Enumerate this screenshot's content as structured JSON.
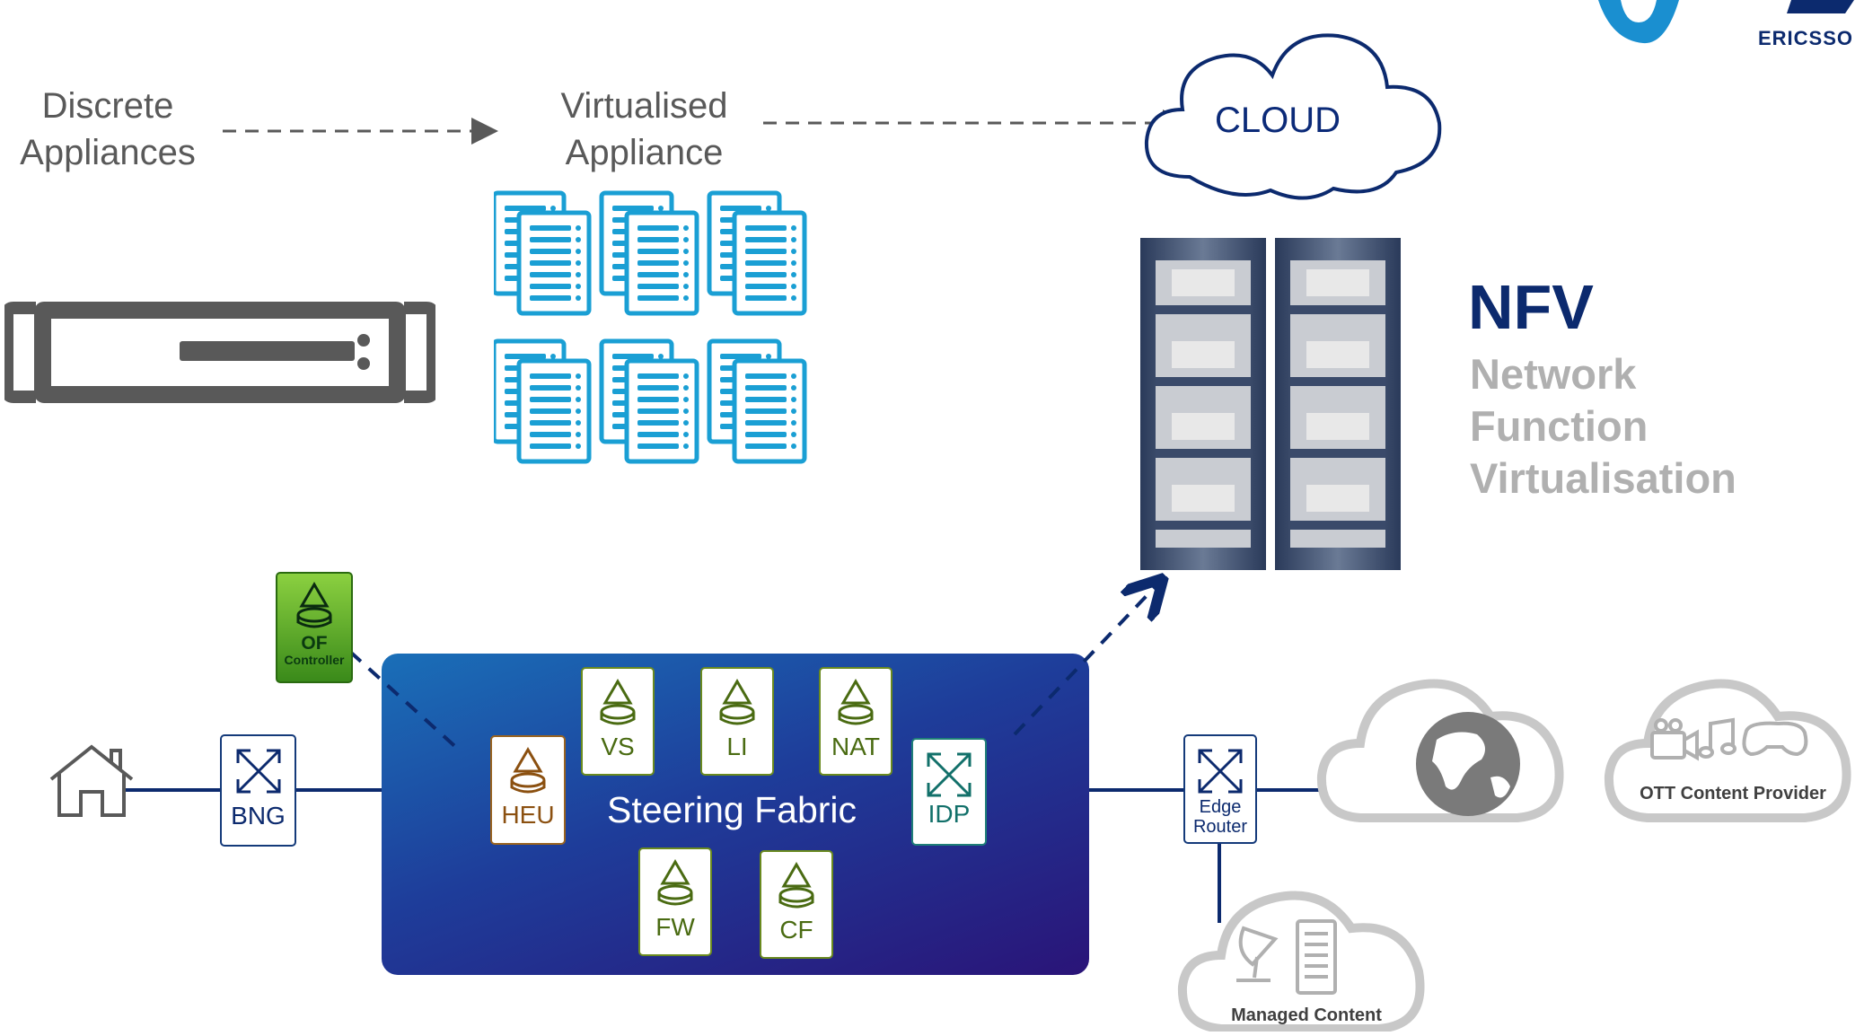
{
  "logo": {
    "text": "ERICSSO"
  },
  "headings": {
    "discrete": "Discrete\nAppliances",
    "virtualised": "Virtualised\nAppliance",
    "cloud": "CLOUD"
  },
  "nfv": {
    "title": "NFV",
    "subtitle_line1": "Network",
    "subtitle_line2": "Function",
    "subtitle_line3": "Virtualisation"
  },
  "of_controller": {
    "line1": "OF",
    "line2": "Controller"
  },
  "steering": {
    "label": "Steering Fabric",
    "functions": [
      "VS",
      "LI",
      "NAT",
      "FW",
      "CF"
    ],
    "heu": "HEU",
    "idp": "IDP"
  },
  "bng": "BNG",
  "edge_router": {
    "line1": "Edge",
    "line2": "Router"
  },
  "ott": "OTT Content Provider",
  "managed": "Managed Content",
  "colors": {
    "navy": "#0c2a6e",
    "steering_gradient_start": "#1a6fb8",
    "steering_gradient_end": "#2a1478",
    "server_blue": "#1a9fd4",
    "nf_green": "#6a8a1f",
    "heu_brown": "#9a6420",
    "idp_teal": "#1f7f78",
    "gray_cloud": "#c8c8c8",
    "gray_text": "#b0b0b0"
  }
}
